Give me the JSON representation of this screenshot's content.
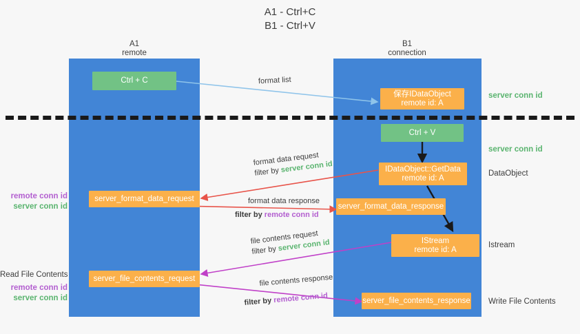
{
  "title": {
    "line1": "A1 - Ctrl+C",
    "line2": "B1 - Ctrl+V"
  },
  "lanes": [
    {
      "name": "A1",
      "sub": "remote"
    },
    {
      "name": "B1",
      "sub": "connection"
    }
  ],
  "boxes": {
    "ctrl_c": {
      "line1": "Ctrl + C",
      "line2": ""
    },
    "save_idataobject": {
      "line1": "保存IDataObject",
      "line2": "remote id: A"
    },
    "ctrl_v": {
      "line1": "Ctrl + V",
      "line2": ""
    },
    "getdata": {
      "line1": "IDataObject::GetData",
      "line2": "remote id: A"
    },
    "istream": {
      "line1": "IStream",
      "line2": "remote id: A"
    },
    "server_format_data_request": {
      "line1": "server_format_data_request",
      "line2": ""
    },
    "server_format_data_response": {
      "line1": "server_format_data_response",
      "line2": ""
    },
    "server_file_contents_request": {
      "line1": "server_file_contents_request",
      "line2": ""
    },
    "server_file_contents_response": {
      "line1": "server_file_contents_response",
      "line2": ""
    }
  },
  "edges": {
    "format_list": "format list",
    "format_data_request": "format data request",
    "format_data_request_filter_prefix": "filter by ",
    "format_data_request_filter_value": "server conn id",
    "format_data_response": "format data response",
    "format_data_response_filter_prefix": "filter by ",
    "format_data_response_filter_value": "remote conn id",
    "file_contents_request": "file contents request",
    "file_contents_request_filter_prefix": "filter by ",
    "file_contents_request_filter_value": "server conn id",
    "file_contents_response": "file contents response",
    "file_contents_response_filter_prefix": "filter by ",
    "file_contents_response_filter_value": "remote conn id"
  },
  "right_labels": {
    "server_conn_id_top": "server conn id",
    "server_conn_id_mid": "server conn id",
    "dataobject": "DataObject",
    "istream": "Istream",
    "write_file_contents": "Write File Contents"
  },
  "left_labels": {
    "remote_conn_id_1": "remote conn id",
    "server_conn_id_1": "server conn id",
    "read_file_contents": "Read File Contents",
    "remote_conn_id_2": "remote conn id",
    "server_conn_id_2": "server conn id"
  },
  "colors": {
    "lane": "#4285d6",
    "green_box": "#72c285",
    "orange_box": "#fbb04a",
    "green_text": "#5ab46f",
    "purple_text": "#b35fd0",
    "red_arrow": "#e8544a",
    "blue_arrow": "#8fc4ea",
    "magenta_arrow": "#c040c8",
    "black_arrow": "#1a1a1a"
  }
}
